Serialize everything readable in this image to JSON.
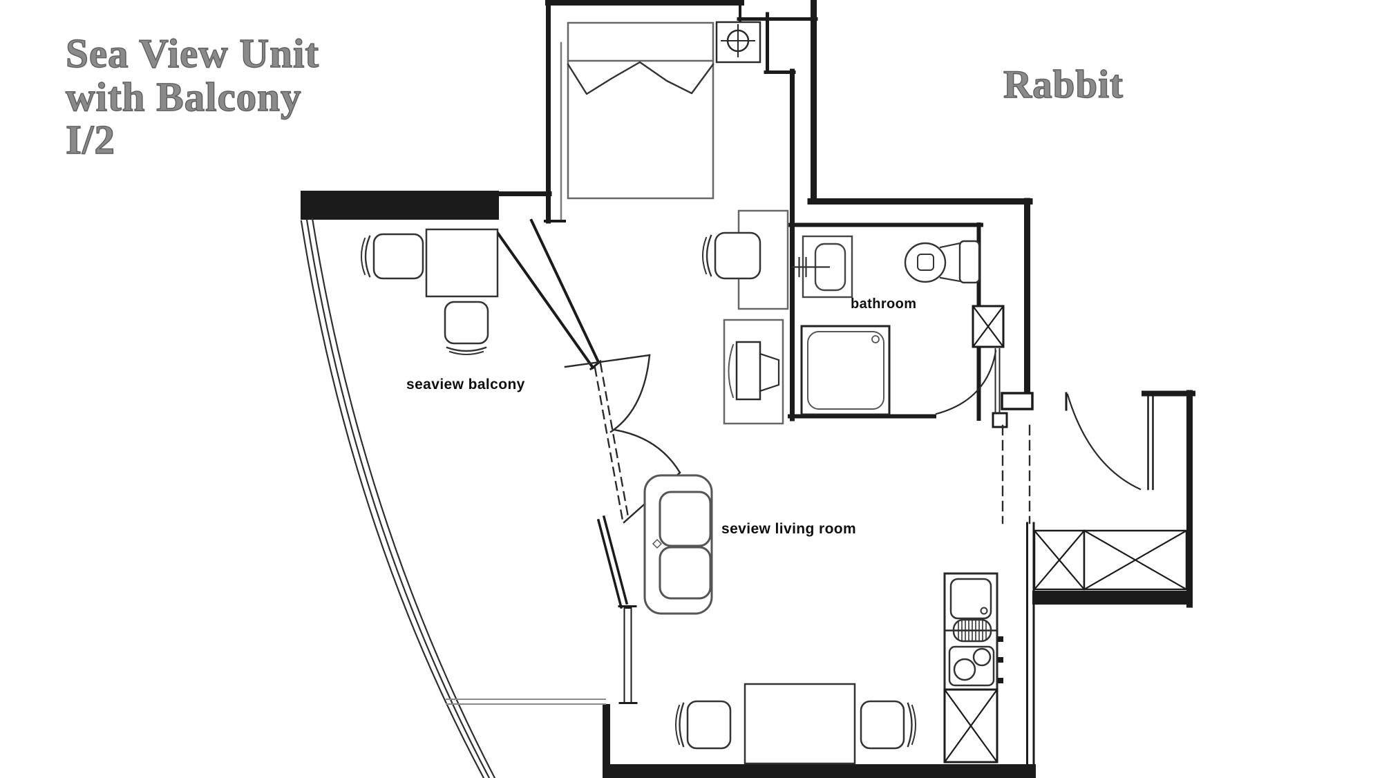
{
  "document": {
    "kind": "apartment-floor-plan",
    "background_color": "#ffffff",
    "wall_ink_color": "#1b1b1b",
    "furniture_line_color": "#555555",
    "title_text_color": "#8a8a8a",
    "label_text_color": "#0e0e0e"
  },
  "header": {
    "title_lines": [
      "Sea View Unit",
      "with Balcony",
      "I/2"
    ],
    "unit_name": "Rabbit"
  },
  "rooms": {
    "balcony": {
      "label": "seaview balcony"
    },
    "bathroom": {
      "label": "bathroom"
    },
    "living": {
      "label": "seview living room"
    }
  },
  "symbols": [
    "double-bed-icon",
    "bedside-lamp-icon",
    "desk-icon",
    "desk-chair-icon",
    "tv-cabinet-icon",
    "washbasin-icon",
    "faucet-icon",
    "toilet-icon",
    "shower-tray-icon",
    "duct-x-icon",
    "bathroom-door-icon",
    "balcony-double-door-icon",
    "balcony-window-icon",
    "balcony-railing-icon",
    "balcony-table-icon",
    "balcony-chair-icon",
    "sofa-icon",
    "dining-table-icon",
    "dining-chair-icon",
    "kitchen-sink-icon",
    "drainer-icon",
    "cooktop-icon",
    "kitchen-cabinet-x-icon",
    "entrance-door-icon",
    "wardrobe-x-icon",
    "opening-dashed-icon"
  ]
}
